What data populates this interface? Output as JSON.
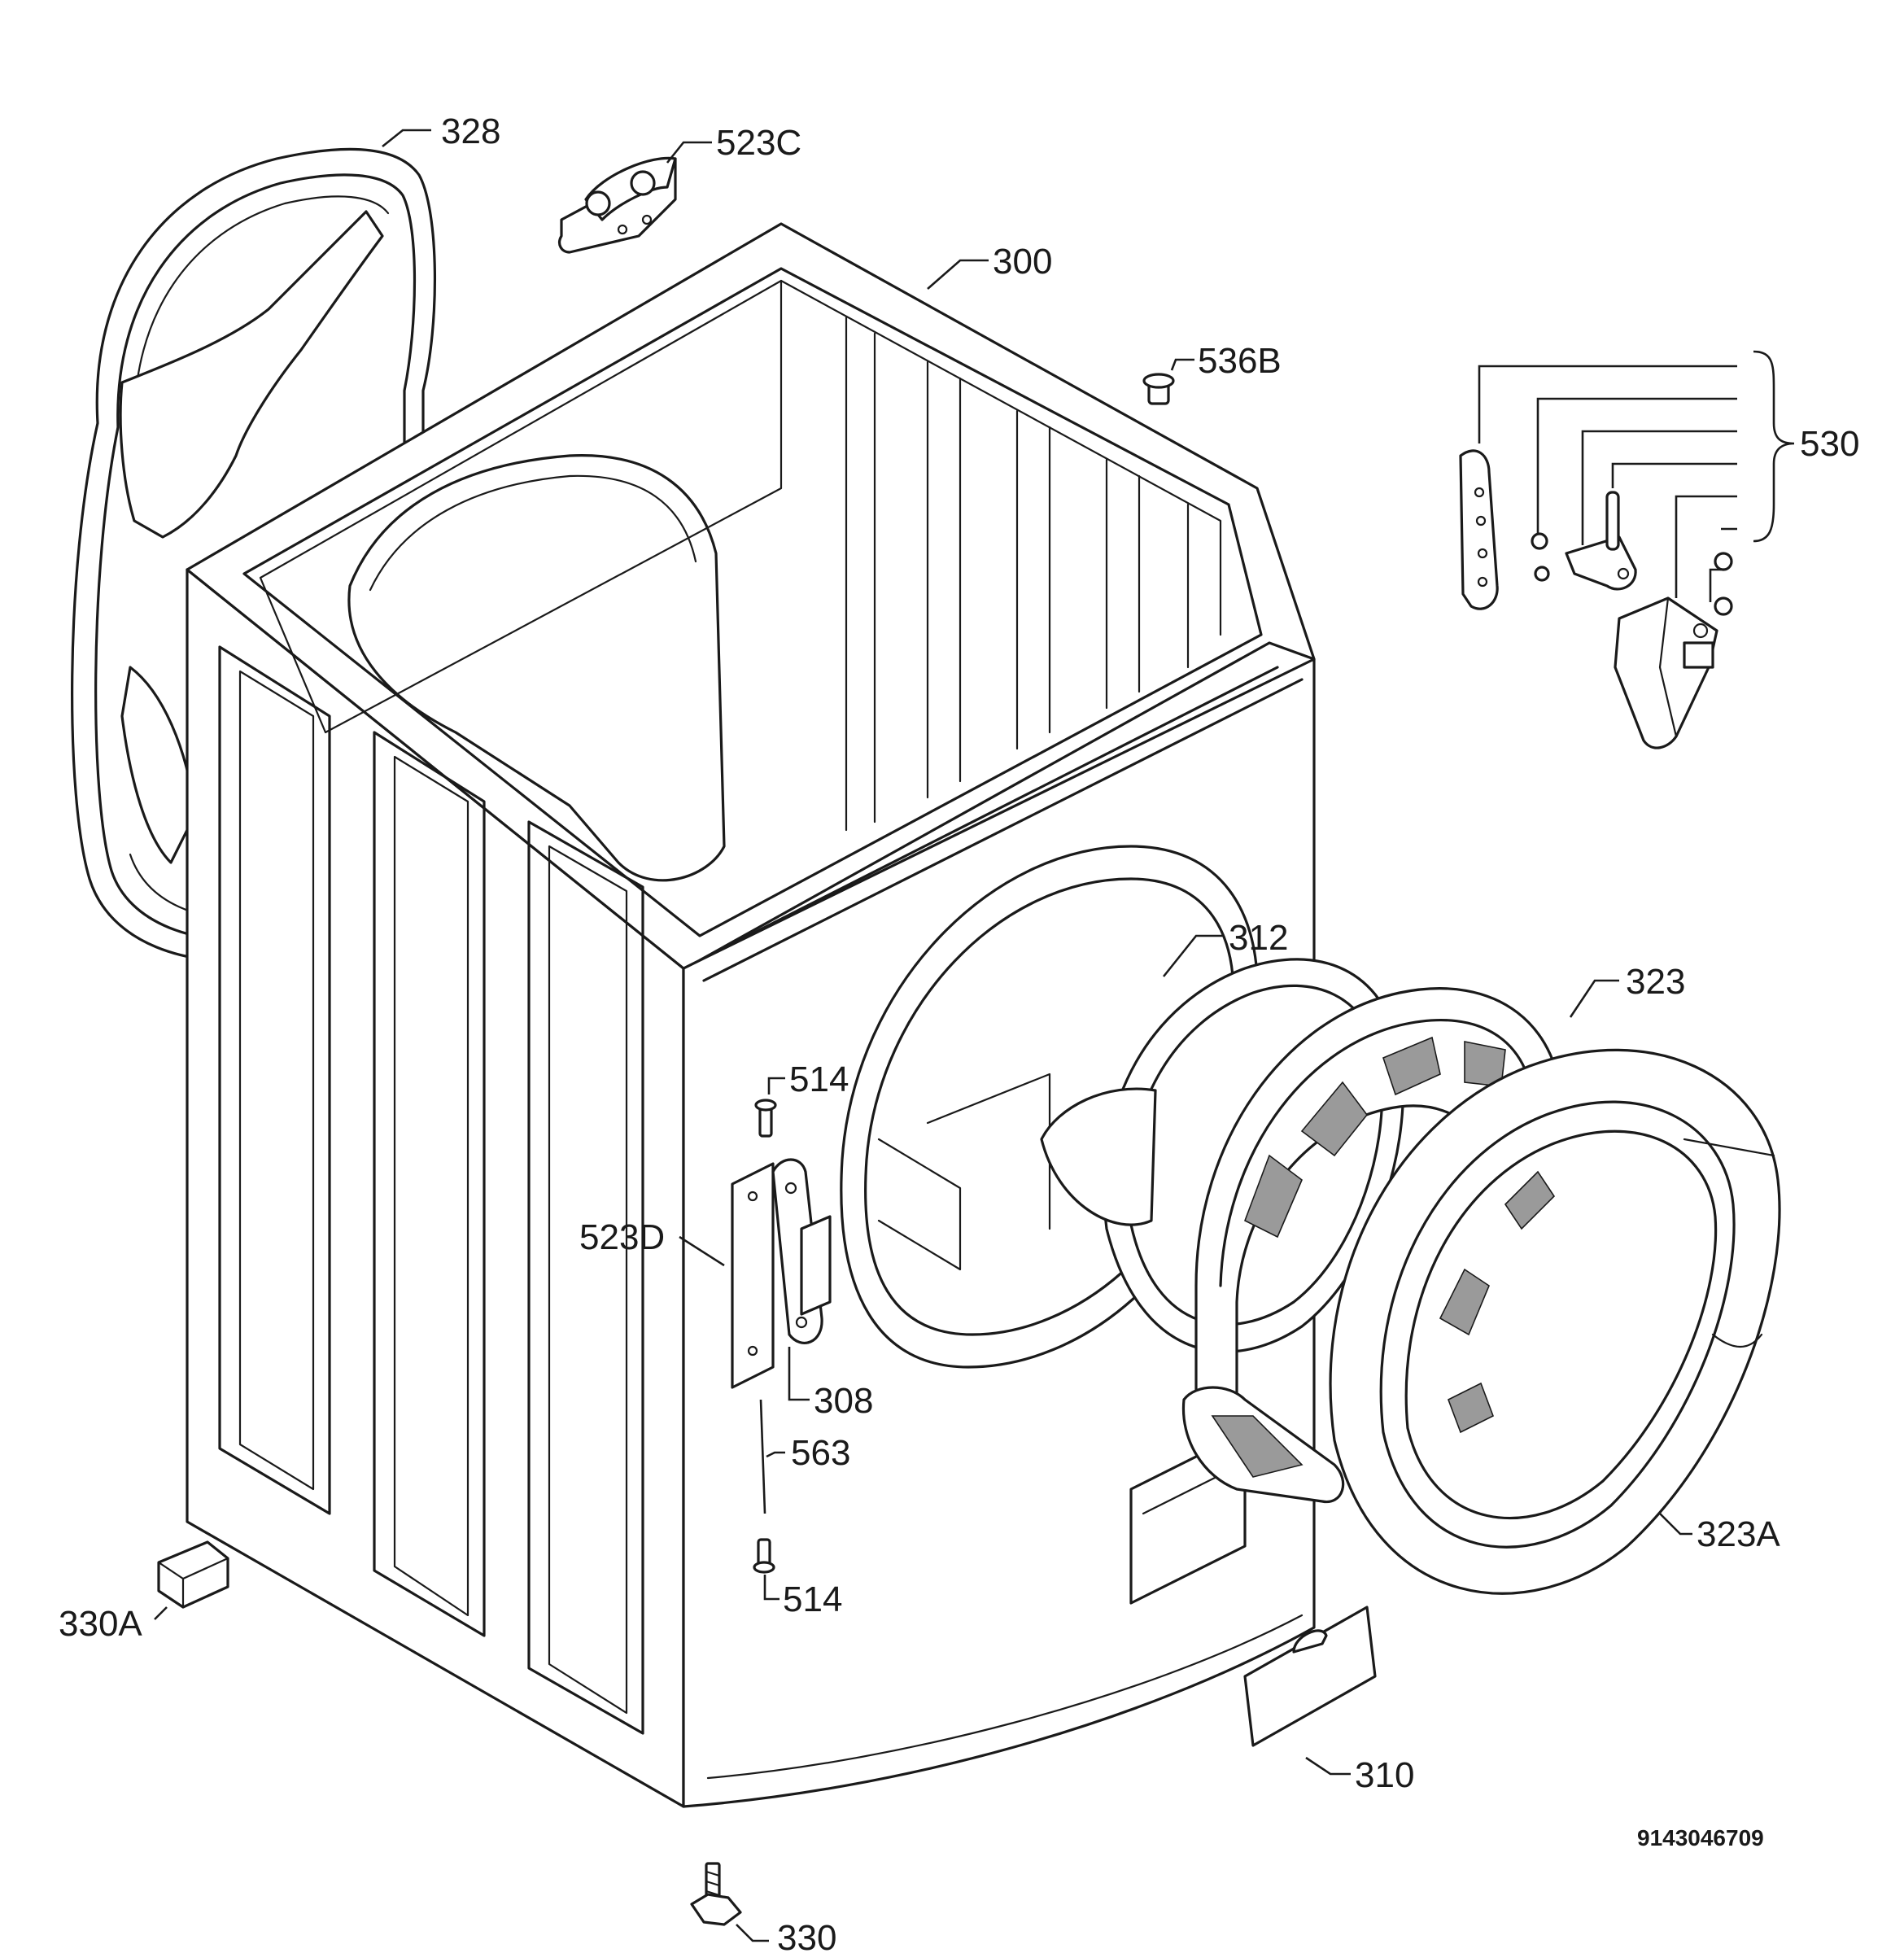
{
  "labels": {
    "l328": "328",
    "l523C": "523C",
    "l300": "300",
    "l536B": "536B",
    "l530": "530",
    "l312": "312",
    "l323": "323",
    "l514a": "514",
    "l523D": "523D",
    "l308": "308",
    "l563": "563",
    "l514b": "514",
    "l323A": "323A",
    "l330A": "330A",
    "l310": "310",
    "l330": "330"
  },
  "drawing_number": "9143046709"
}
